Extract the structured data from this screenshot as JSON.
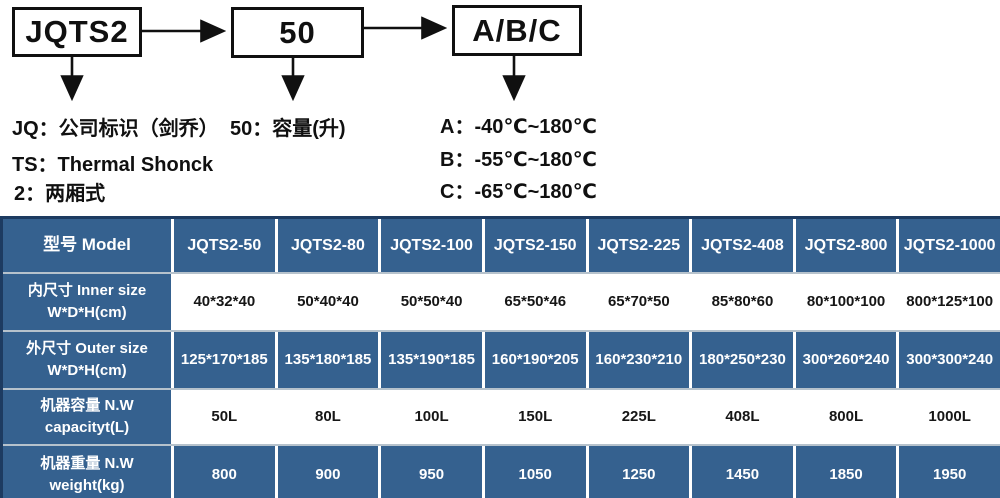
{
  "diagram": {
    "box_model_prefix": "JQTS2",
    "box_capacity": "50",
    "box_temp_grades": "A/B/C",
    "notes_left": [
      "JQ：公司标识（剑乔）",
      "TS：Thermal Shonck",
      "2：两厢式"
    ],
    "note_capacity": "50：容量(升)",
    "notes_temp": [
      "A：-40℃~180℃",
      "B：-55℃~180℃",
      "C：-65℃~180℃"
    ]
  },
  "table": {
    "header": {
      "label": "型号 Model",
      "models": [
        "JQTS2-50",
        "JQTS2-80",
        "JQTS2-100",
        "JQTS2-150",
        "JQTS2-225",
        "JQTS2-408",
        "JQTS2-800",
        "JQTS2-1000"
      ]
    },
    "rows": [
      {
        "label_line1": "内尺寸 Inner size",
        "label_line2": "W*D*H(cm)",
        "values": [
          "40*32*40",
          "50*40*40",
          "50*50*40",
          "65*50*46",
          "65*70*50",
          "85*80*60",
          "80*100*100",
          "800*125*100"
        ]
      },
      {
        "label_line1": "外尺寸 Outer size",
        "label_line2": "W*D*H(cm)",
        "values": [
          "125*170*185",
          "135*180*185",
          "135*190*185",
          "160*190*205",
          "160*230*210",
          "180*250*230",
          "300*260*240",
          "300*300*240"
        ]
      },
      {
        "label_line1": "机器容量 N.W",
        "label_line2": "capacityt(L)",
        "values": [
          "50L",
          "80L",
          "100L",
          "150L",
          "225L",
          "408L",
          "800L",
          "1000L"
        ]
      },
      {
        "label_line1": "机器重量 N.W",
        "label_line2": "weight(kg)",
        "values": [
          "800",
          "900",
          "950",
          "1050",
          "1250",
          "1450",
          "1850",
          "1950"
        ]
      }
    ]
  },
  "colors": {
    "table_blue": "#35618f",
    "table_border_navy": "#1d3b61",
    "row_separator_gray": "#b6c2cc",
    "diagram_ink": "#101010"
  }
}
